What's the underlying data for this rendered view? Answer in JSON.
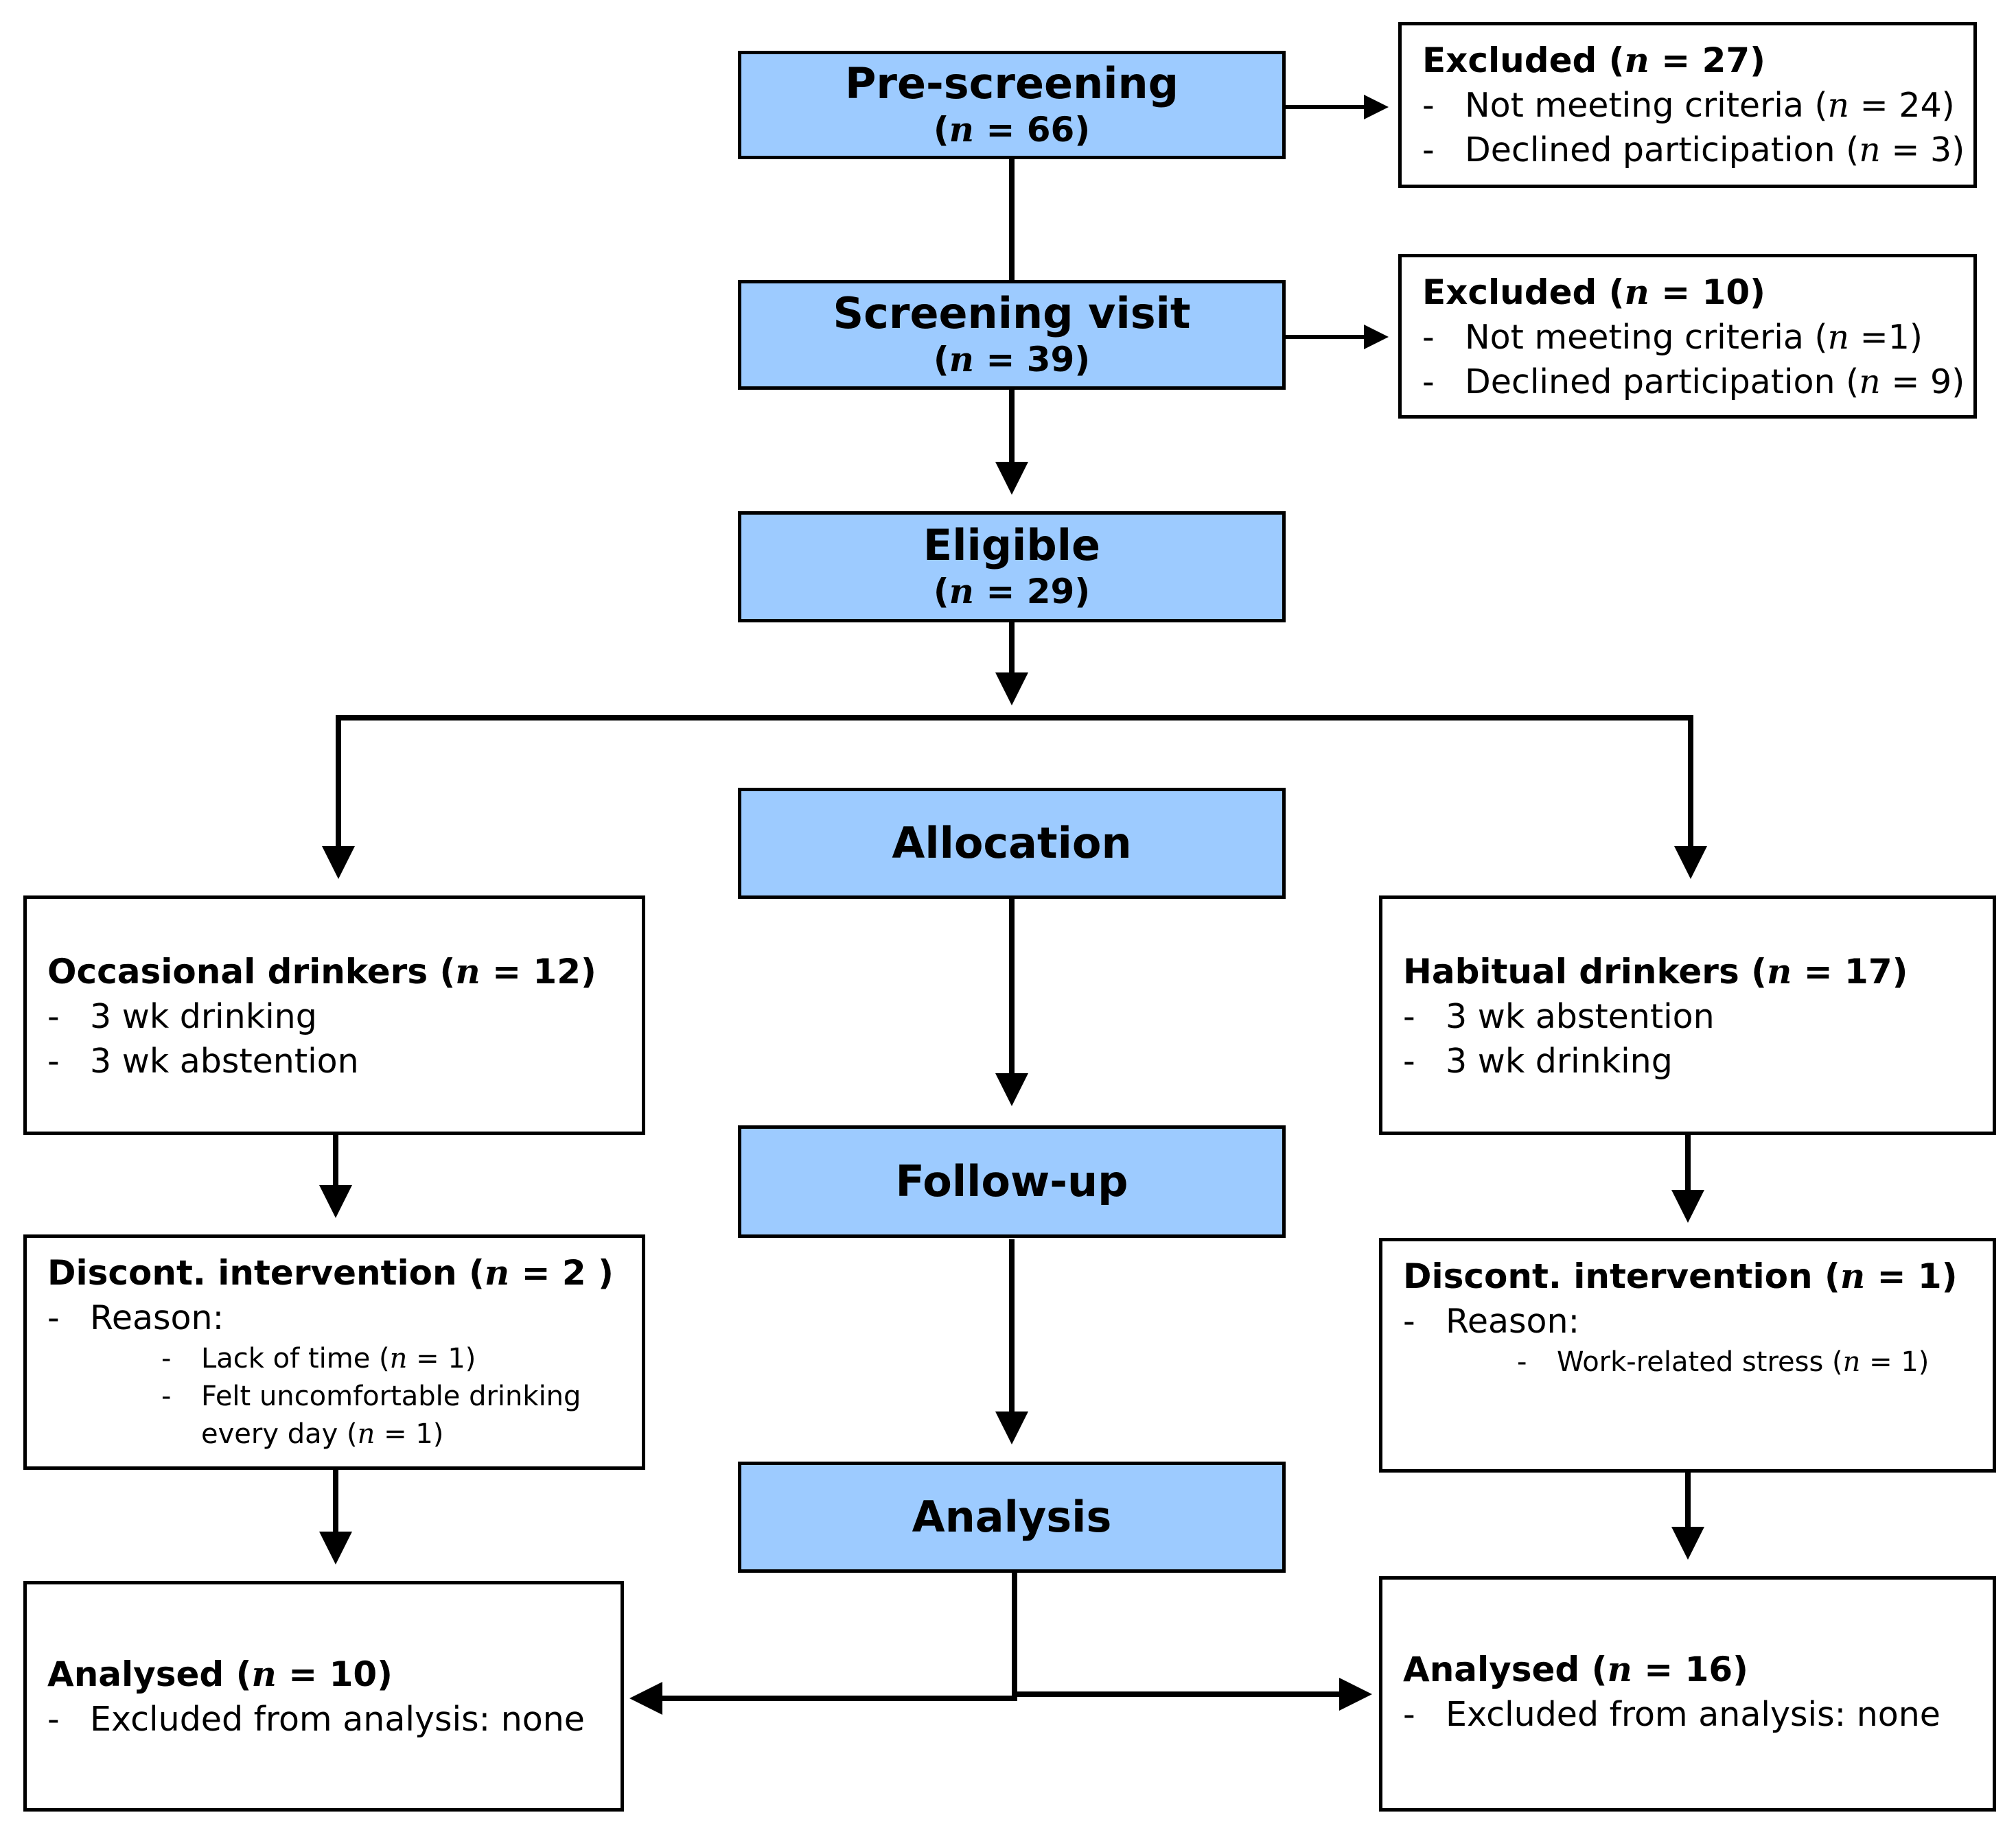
{
  "stages": {
    "prescreening": {
      "title": "Pre-screening",
      "count": "(n = 66)"
    },
    "screening": {
      "title": "Screening visit",
      "count": "(n = 39)"
    },
    "eligible": {
      "title": "Eligible",
      "count": "(n = 29)"
    },
    "allocation": {
      "title": "Allocation"
    },
    "followup": {
      "title": "Follow-up"
    },
    "analysis": {
      "title": "Analysis"
    }
  },
  "excluded_prescreening": {
    "head": "Excluded (n = 27)",
    "items": [
      "Not meeting criteria (n = 24)",
      "Declined participation (n = 3)"
    ]
  },
  "excluded_screening": {
    "head": "Excluded (n = 10)",
    "items": [
      "Not meeting criteria (n =1)",
      "Declined participation (n = 9)"
    ]
  },
  "occasional": {
    "head": "Occasional drinkers (n = 12)",
    "items": [
      "3 wk drinking",
      "3 wk abstention"
    ]
  },
  "habitual": {
    "head": "Habitual drinkers (n = 17)",
    "items": [
      "3 wk abstention",
      "3 wk drinking"
    ]
  },
  "discont_left": {
    "head": "Discont. intervention (n = 2 )",
    "reason": "Reason:",
    "subitems": [
      "Lack of time (n = 1)",
      "Felt uncomfortable drinking every day (n = 1)"
    ]
  },
  "discont_right": {
    "head": "Discont. intervention (n = 1)",
    "reason": "Reason:",
    "subitems": [
      "Work-related stress (n = 1)"
    ]
  },
  "analysed_left": {
    "head": "Analysed (n = 10)",
    "items": [
      "Excluded from analysis: none"
    ]
  },
  "analysed_right": {
    "head": "Analysed (n = 16)",
    "items": [
      "Excluded from analysis: none"
    ]
  },
  "colors": {
    "stage_fill": "#9dcbff",
    "line": "#000000"
  }
}
